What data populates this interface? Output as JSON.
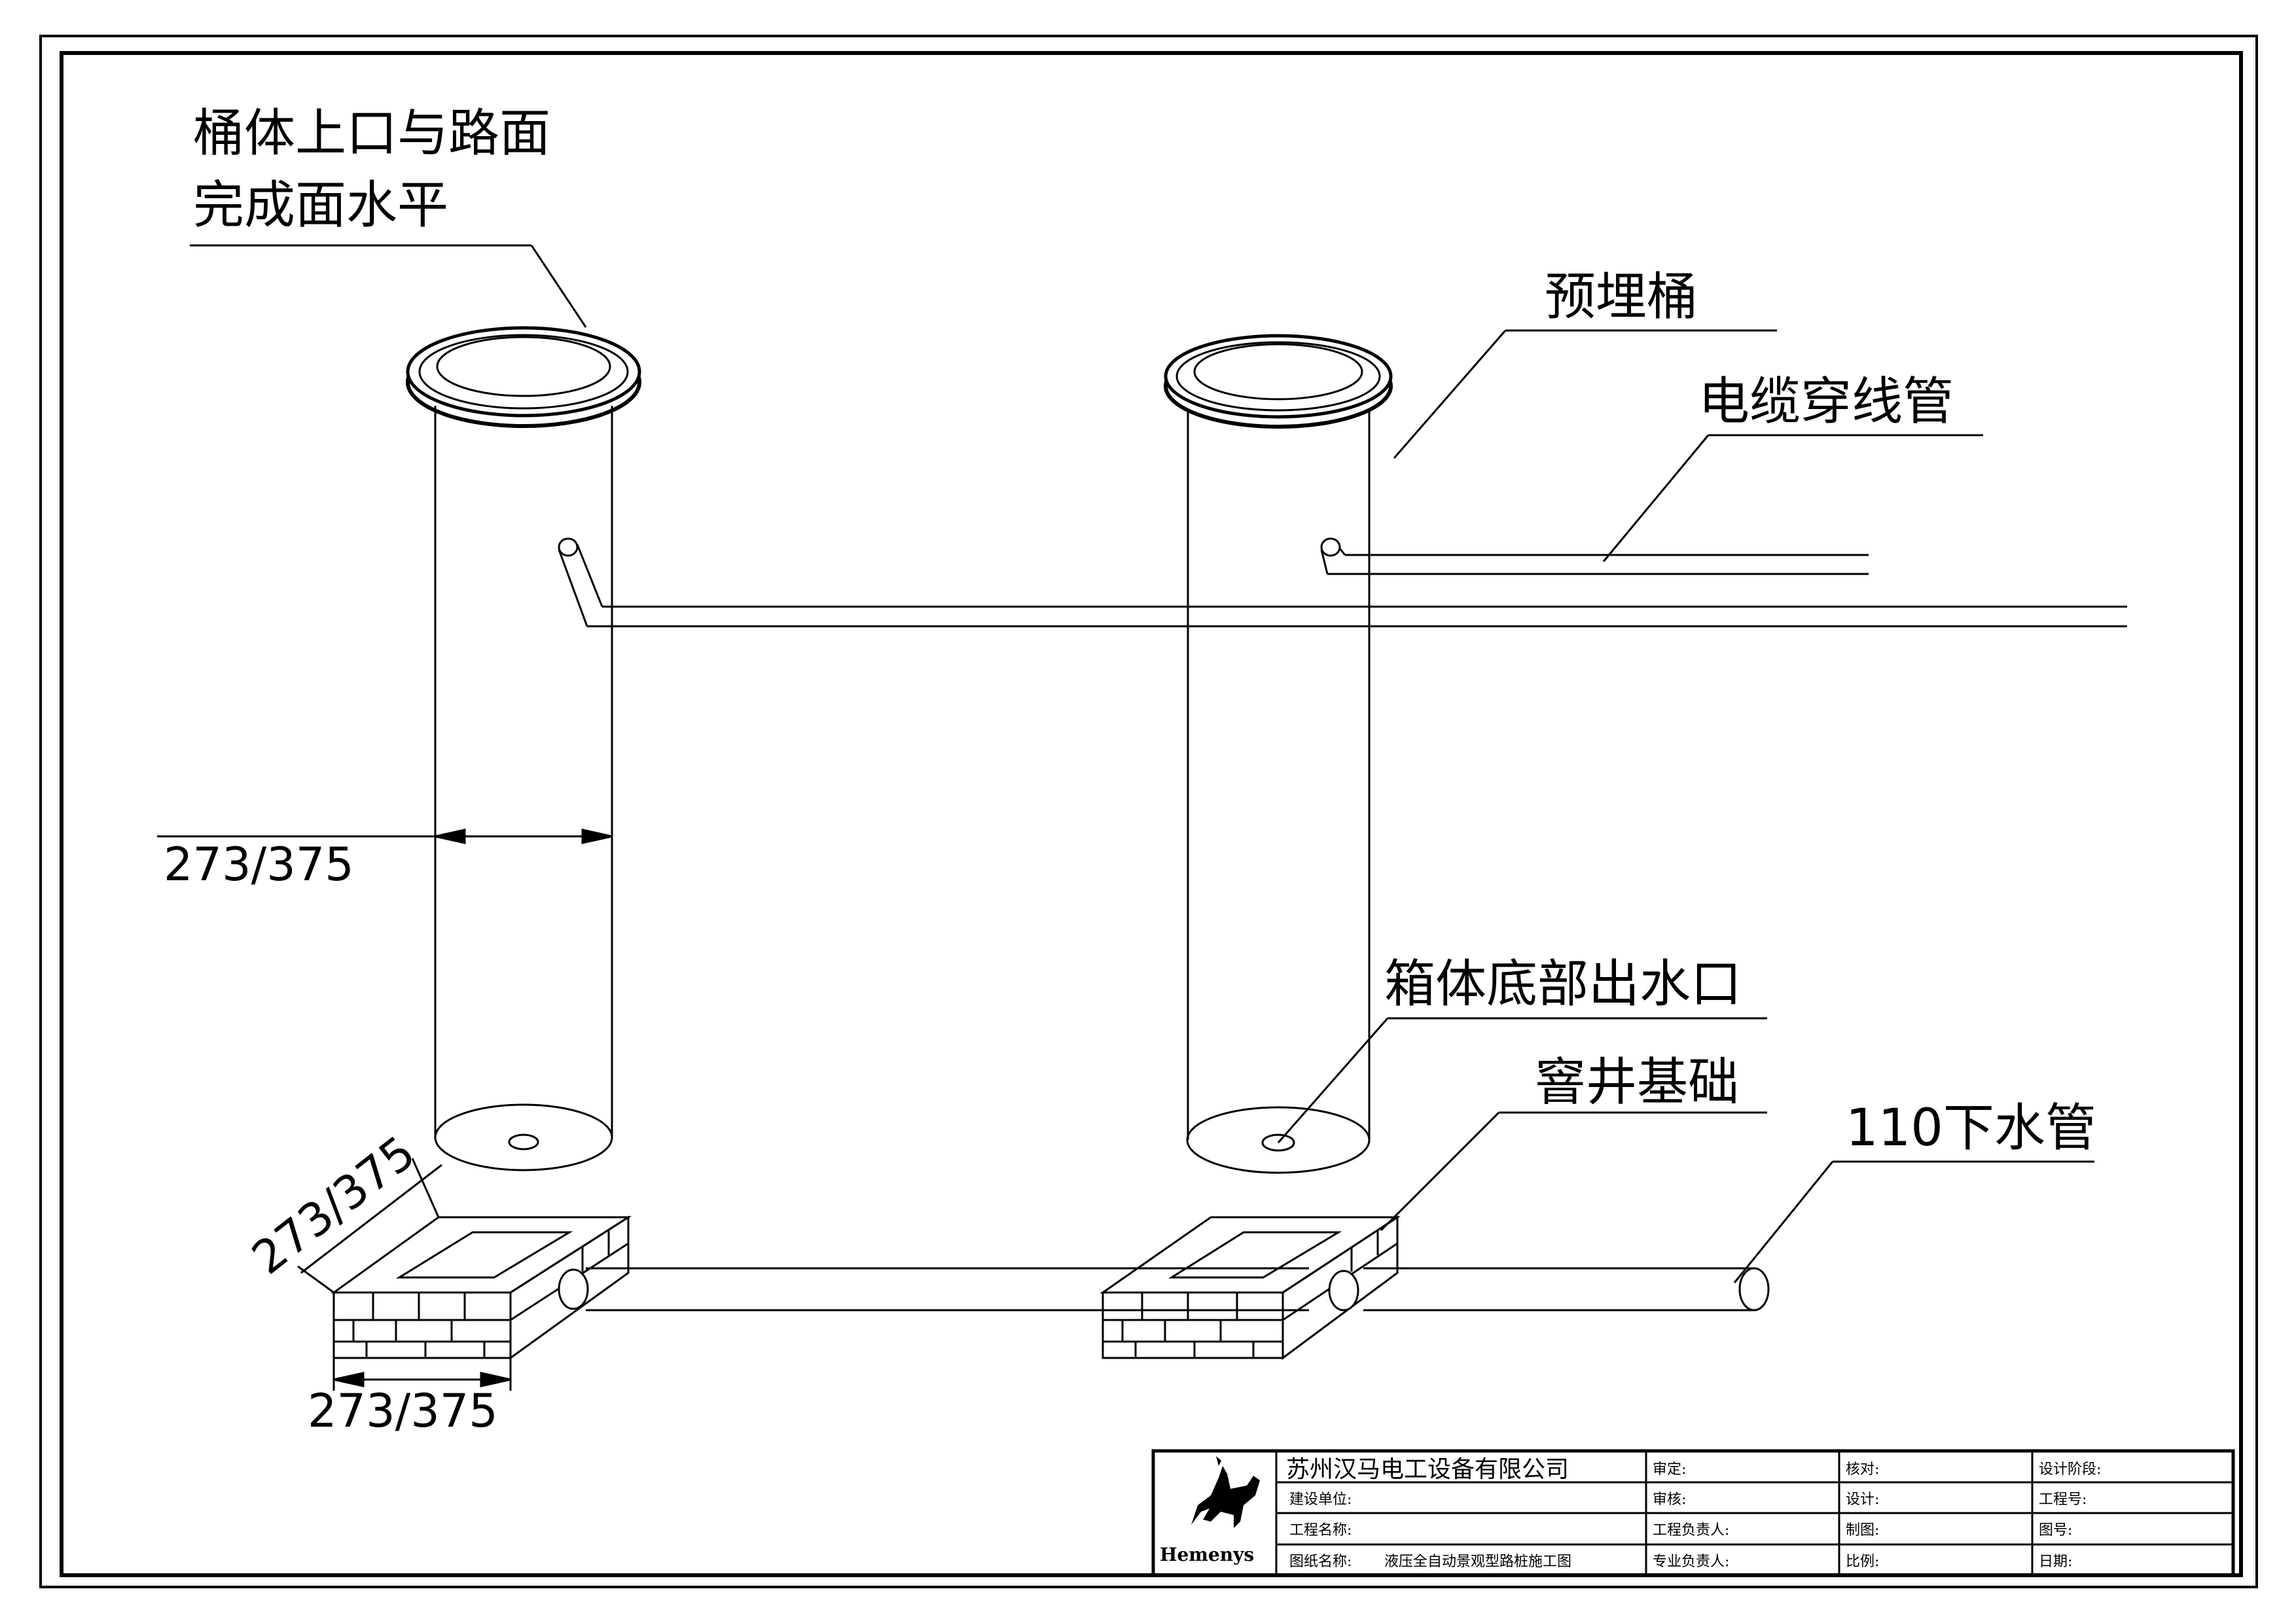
{
  "labels": {
    "bucket_top_line1": "桶体上口与路面",
    "bucket_top_line2": "完成面水平",
    "embedded_bucket": "预埋桶",
    "cable_conduit": "电缆穿线管",
    "bottom_outlet": "箱体底部出水口",
    "well_base": "窨井基础",
    "drain_pipe": "110下水管"
  },
  "dimensions": {
    "bucket_diameter": "273/375",
    "base_depth": "273/375",
    "base_width": "273/375"
  },
  "title_block": {
    "logo_text": "Hemenys",
    "company": "苏州汉马电工设备有限公司",
    "rows": [
      [
        "建设单位:",
        "审核:",
        "设计:",
        "工程号:"
      ],
      [
        "工程名称:",
        "工程负责人:",
        "制图:",
        "图号:"
      ],
      [
        "图纸名称:",
        "专业负责人:",
        "比例:",
        "日期:"
      ]
    ],
    "top_row": [
      "审定:",
      "核对:",
      "设计阶段:"
    ],
    "drawing_name": "液压全自动景观型路桩施工图"
  }
}
